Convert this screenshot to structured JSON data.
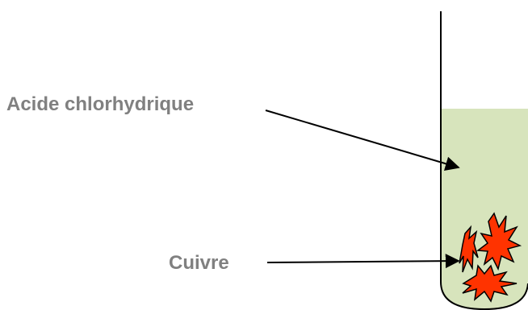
{
  "labels": {
    "acid": "Acide chlorhydrique",
    "metal": "Cuivre"
  },
  "colors": {
    "label_text": "#808080",
    "liquid_fill": "#d7e4bc",
    "tube_outline": "#000000",
    "copper_fill": "#ff3300",
    "copper_outline": "#000000",
    "arrow": "#000000"
  },
  "icons": {
    "copper": "jagged-red-fragments-icon",
    "arrowhead": "filled-triangle-arrowhead"
  }
}
